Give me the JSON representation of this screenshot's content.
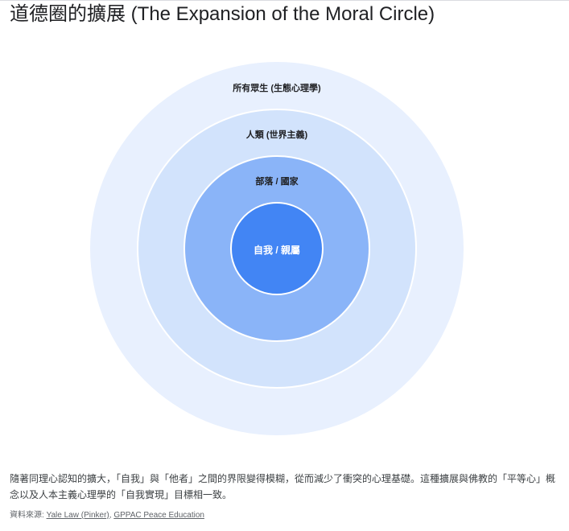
{
  "title": "道德圈的擴展 (The Expansion of the Moral Circle)",
  "diagram": {
    "type": "concentric-circles",
    "rings": [
      {
        "label": "所有眾生 (生態心理學)",
        "color": "#e8f0fe",
        "radius": 232
      },
      {
        "label": "人類 (世界主義)",
        "color": "#d2e3fc",
        "radius": 174
      },
      {
        "label": "部落 / 國家",
        "color": "#8ab4f8",
        "radius": 116
      },
      {
        "label": "自我 / 親屬",
        "color": "#4285f4",
        "radius": 58
      }
    ]
  },
  "description": "隨著同理心認知的擴大，「自我」與「他者」之間的界限變得模糊，從而減少了衝突的心理基礎。這種擴展與佛教的「平等心」概念以及人本主義心理學的「自我實現」目標相一致。",
  "sources": {
    "prefix": "資料來源: ",
    "links": [
      {
        "label": "Yale Law (Pinker)"
      },
      {
        "label": "GPPAC Peace Education"
      }
    ],
    "separator": ", "
  }
}
